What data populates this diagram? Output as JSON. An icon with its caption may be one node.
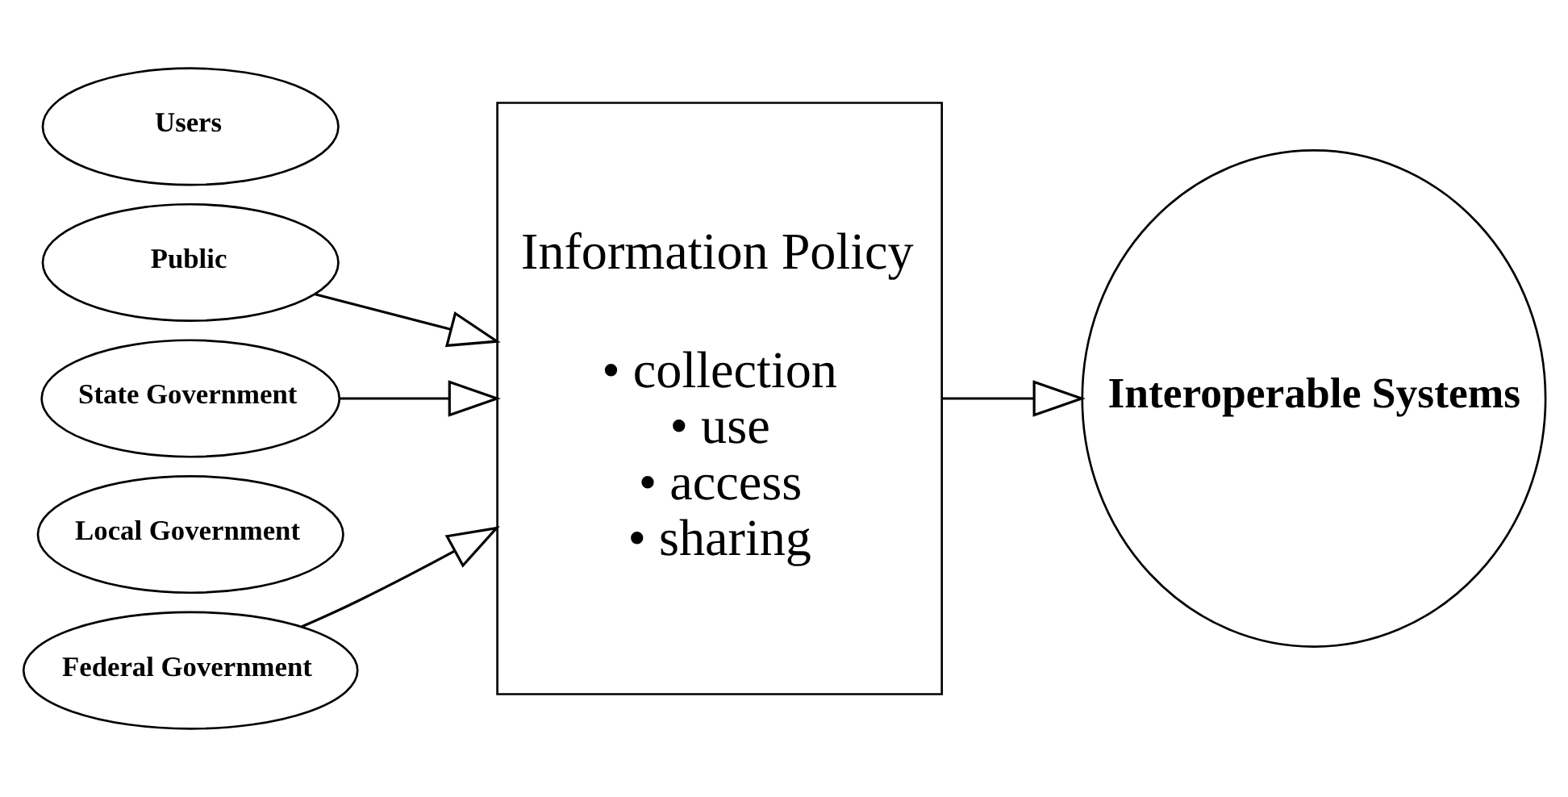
{
  "diagram": {
    "nodes": [
      {
        "text": [
          "Users"
        ]
      },
      {
        "text": [
          "Public"
        ]
      },
      {
        "text": [
          "State Government"
        ]
      },
      {
        "text": [
          "Local Government"
        ]
      },
      {
        "text": [
          "Federal Government"
        ]
      },
      {
        "text": [
          "Information Policy",
          "• collection",
          "• use",
          "• access",
          "• sharing"
        ]
      },
      {
        "text": [
          "Interoperable Systems"
        ]
      }
    ],
    "edges": [
      {
        "from": 1,
        "to": 5,
        "arrow": "to"
      },
      {
        "from": 2,
        "to": 5,
        "arrow": "to"
      },
      {
        "from": 4,
        "to": 5,
        "arrow": "to"
      },
      {
        "from": 5,
        "to": 6,
        "arrow": "to"
      }
    ]
  }
}
